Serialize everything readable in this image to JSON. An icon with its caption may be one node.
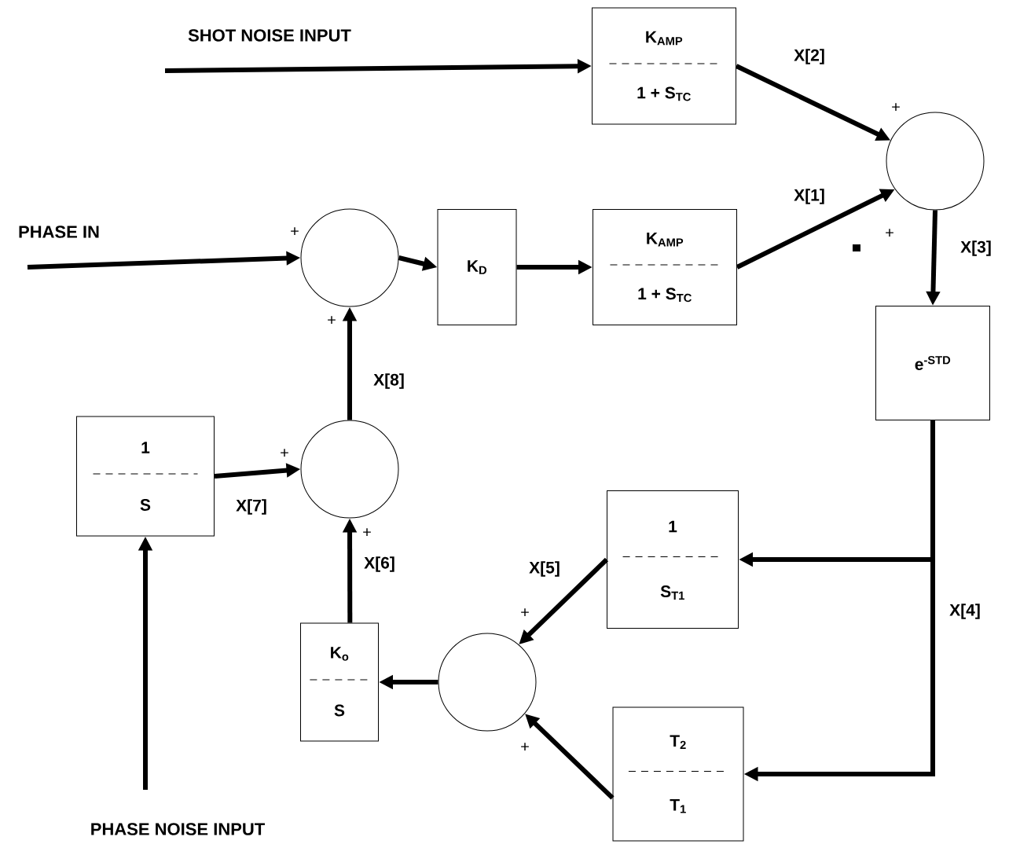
{
  "diagram": {
    "nodes": [
      {
        "text": [
          "K$_{AMP}$",
          "1 +  S$_{TC}$"
        ]
      },
      {
        "text": [],
        "shape": "circle"
      },
      {
        "text": [],
        "shape": "circle"
      },
      {
        "text": [
          "K$_{D}$"
        ]
      },
      {
        "text": [
          "K$_{AMP}$",
          "1 +  S$_{TC}$"
        ]
      },
      {
        "text": [
          "e$^{-STD}$"
        ]
      },
      {
        "text": [],
        "shape": "circle"
      },
      {
        "text": [
          "1",
          "S"
        ]
      },
      {
        "text": [
          "1",
          "S$_{T1}$"
        ]
      },
      {
        "text": [],
        "shape": "circle"
      },
      {
        "text": [
          "K$_{o}$",
          "S"
        ]
      },
      {
        "text": [
          "T$_{2}$",
          "T$_{1}$"
        ]
      }
    ],
    "edges": [
      {
        "from": null,
        "to": 0,
        "arrow": "to"
      },
      {
        "from": 0,
        "to": 1,
        "arrow": "to",
        "label": "X[2]"
      },
      {
        "from": 4,
        "to": 1,
        "arrow": "to",
        "label": "X[1]"
      },
      {
        "from": null,
        "to": 2,
        "arrow": "to"
      },
      {
        "from": 2,
        "to": 3,
        "arrow": "to"
      },
      {
        "from": 3,
        "to": 4,
        "arrow": "to"
      },
      {
        "from": 1,
        "to": 5,
        "arrow": "to",
        "label": "X[3]"
      },
      {
        "from": 5,
        "to": 8,
        "arrow": "to"
      },
      {
        "from": 5,
        "to": 11,
        "arrow": "to",
        "label": "X[4]"
      },
      {
        "from": 8,
        "to": 9,
        "arrow": "to",
        "label": "X[5]"
      },
      {
        "from": 11,
        "to": 9,
        "arrow": "to"
      },
      {
        "from": 9,
        "to": 10,
        "arrow": "to"
      },
      {
        "from": 10,
        "to": 6,
        "arrow": "to",
        "label": "X[6]"
      },
      {
        "from": 7,
        "to": 6,
        "arrow": "to",
        "label": "X[7]"
      },
      {
        "from": 6,
        "to": 2,
        "arrow": "to",
        "label": "X[8]"
      },
      {
        "from": null,
        "to": 7,
        "arrow": "to"
      }
    ],
    "labels": [
      "SHOT NOISE INPUT",
      "+",
      "PHASE IN",
      "+",
      "+",
      "+",
      "+",
      "+",
      "+",
      "+",
      "PHASE NOISE INPUT"
    ]
  }
}
